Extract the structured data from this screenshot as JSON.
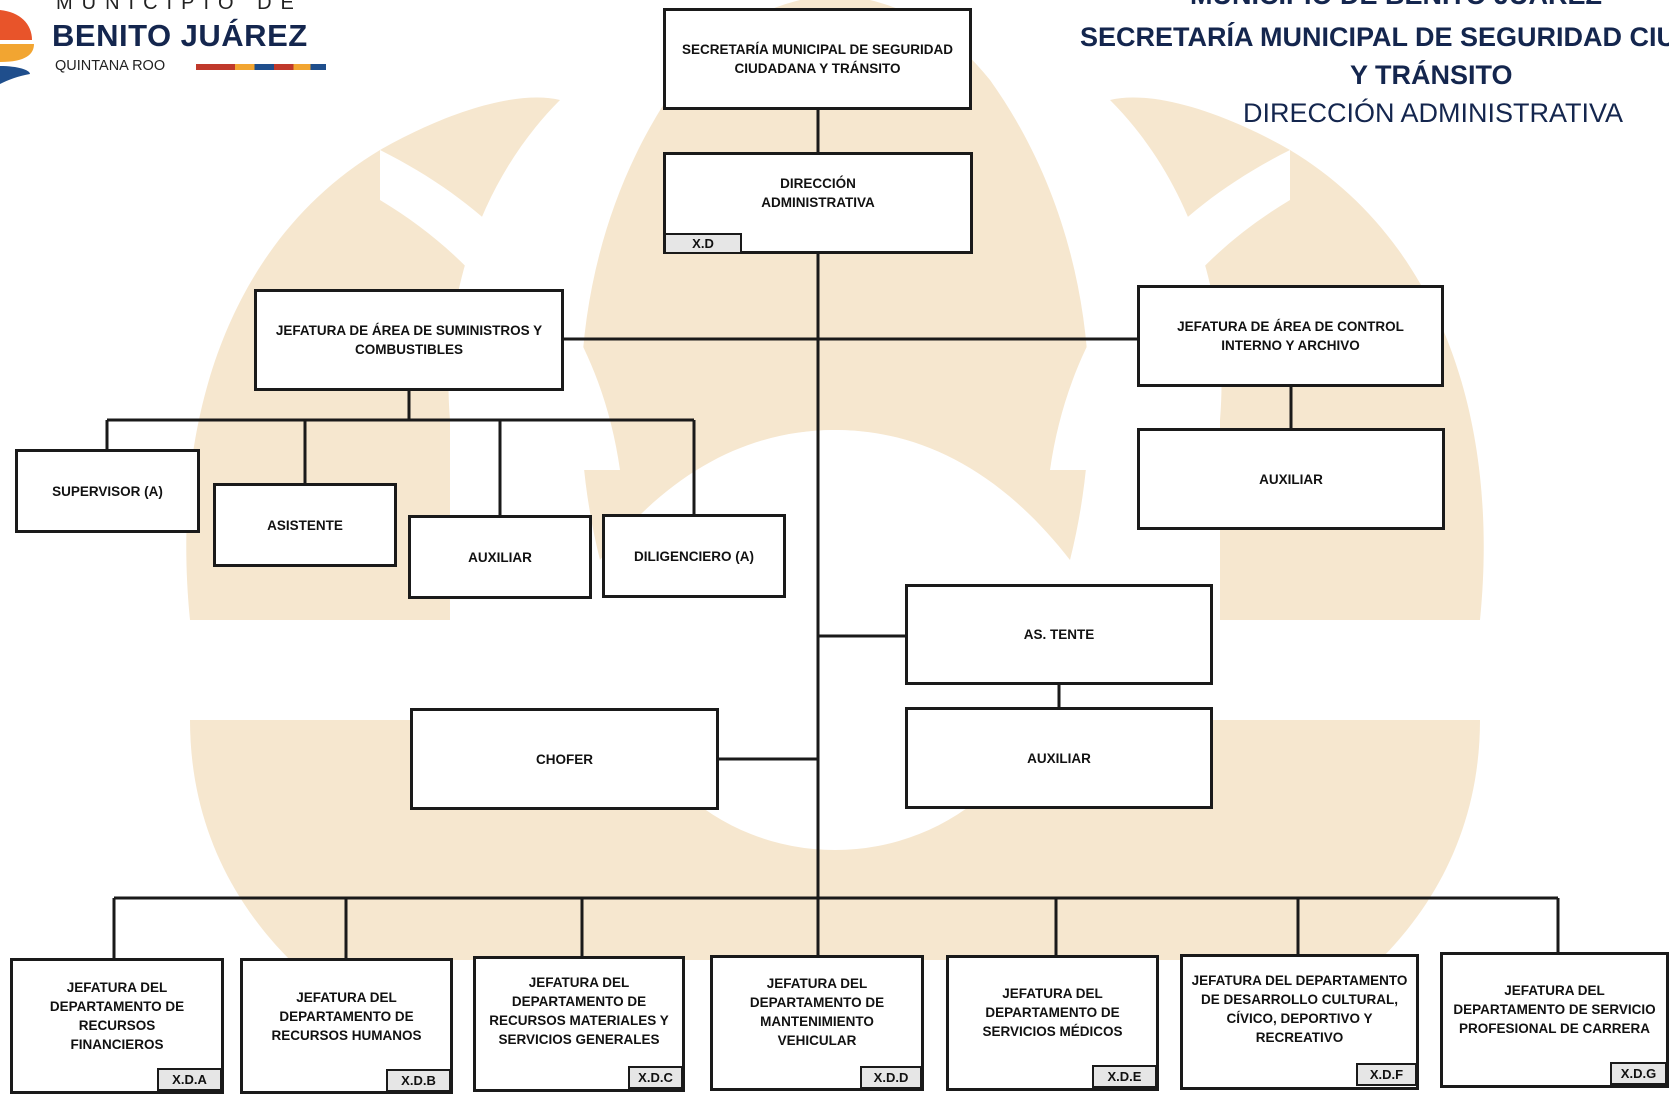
{
  "header": {
    "logo_top": "MUNICIPIO DE",
    "logo_main": "BENITO JUÁREZ",
    "logo_sub": "QUINTANA ROO",
    "title_line1": "MUNICIPIO DE BENITO JUÁREZ",
    "title_line2": "SECRETARÍA MUNICIPAL DE SEGURIDAD CIUD",
    "title_line3": "Y TRÁNSITO",
    "title_line4": "DIRECCIÓN ADMINISTRATIVA"
  },
  "colors": {
    "title": "#14264e",
    "watermark": "#f6e7cf",
    "box_border": "#1a1a1a",
    "code_bg": "#e6e6e6"
  },
  "nodes": {
    "secretaria": {
      "label": "SECRETARÍA MUNICIPAL DE SEGURIDAD CIUDADANA Y TRÁNSITO"
    },
    "direccion": {
      "label": "DIRECCIÓN ADMINISTRATIVA",
      "code": "X.D"
    },
    "suministros": {
      "label": "JEFATURA DE ÁREA DE SUMINISTROS Y COMBUSTIBLES"
    },
    "control_interno": {
      "label": "JEFATURA DE ÁREA DE CONTROL INTERNO Y ARCHIVO"
    },
    "supervisor": {
      "label": "SUPERVISOR (A)"
    },
    "asistente_sum": {
      "label": "ASISTENTE"
    },
    "auxiliar_sum": {
      "label": "AUXILIAR"
    },
    "diligenciero": {
      "label": "DILIGENCIERO (A)"
    },
    "auxiliar_ci": {
      "label": "AUXILIAR"
    },
    "asistente_dir": {
      "label": "AS. TENTE"
    },
    "auxiliar_dir": {
      "label": "AUXILIAR"
    },
    "chofer": {
      "label": "CHOFER"
    },
    "recursos_financieros": {
      "label": "JEFATURA DEL DEPARTAMENTO DE RECURSOS FINANCIEROS",
      "code": "X.D.A"
    },
    "recursos_humanos": {
      "label": "JEFATURA DEL DEPARTAMENTO DE RECURSOS HUMANOS",
      "code": "X.D.B"
    },
    "recursos_materiales": {
      "label": "JEFATURA DEL DEPARTAMENTO DE RECURSOS MATERIALES Y SERVICIOS GENERALES",
      "code": "X.D.C"
    },
    "mantenimiento": {
      "label": "JEFATURA DEL DEPARTAMENTO DE MANTENIMIENTO VEHICULAR",
      "code": "X.D.D"
    },
    "servicios_medicos": {
      "label": "JEFATURA DEL DEPARTAMENTO DE SERVICIOS MÉDICOS",
      "code": "X.D.E"
    },
    "desarrollo_cultural": {
      "label": "JEFATURA DEL DEPARTAMENTO DE DESARROLLO CULTURAL, CÍVICO, DEPORTIVO Y RECREATIVO",
      "code": "X.D.F"
    },
    "servicio_profesional": {
      "label": "JEFATURA DEL DEPARTAMENTO DE SERVICIO PROFESIONAL DE CARRERA",
      "code": "X.D.G"
    }
  }
}
